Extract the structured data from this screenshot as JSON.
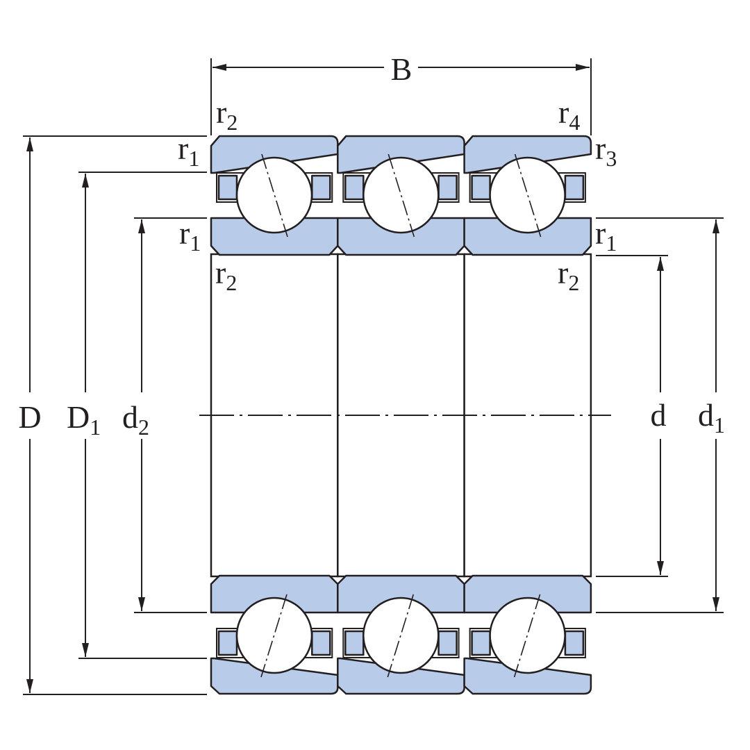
{
  "colors": {
    "ring_fill": "#b8cbe9",
    "line": "#231f20",
    "background": "#ffffff"
  },
  "labels": {
    "B": "B",
    "D": "D",
    "D1": {
      "main": "D",
      "sub": "1"
    },
    "d2": {
      "main": "d",
      "sub": "2"
    },
    "d": "d",
    "d1": {
      "main": "d",
      "sub": "1"
    },
    "r2_top_left": {
      "main": "r",
      "sub": "2"
    },
    "r4_top_right": {
      "main": "r",
      "sub": "4"
    },
    "r1_top_left": {
      "main": "r",
      "sub": "1"
    },
    "r3_top_right": {
      "main": "r",
      "sub": "3"
    },
    "r1_mid_left": {
      "main": "r",
      "sub": "1"
    },
    "r1_mid_right": {
      "main": "r",
      "sub": "1"
    },
    "r2_mid_left": {
      "main": "r",
      "sub": "2"
    },
    "r2_mid_right": {
      "main": "r",
      "sub": "2"
    }
  },
  "bearings": {
    "count": 3
  }
}
